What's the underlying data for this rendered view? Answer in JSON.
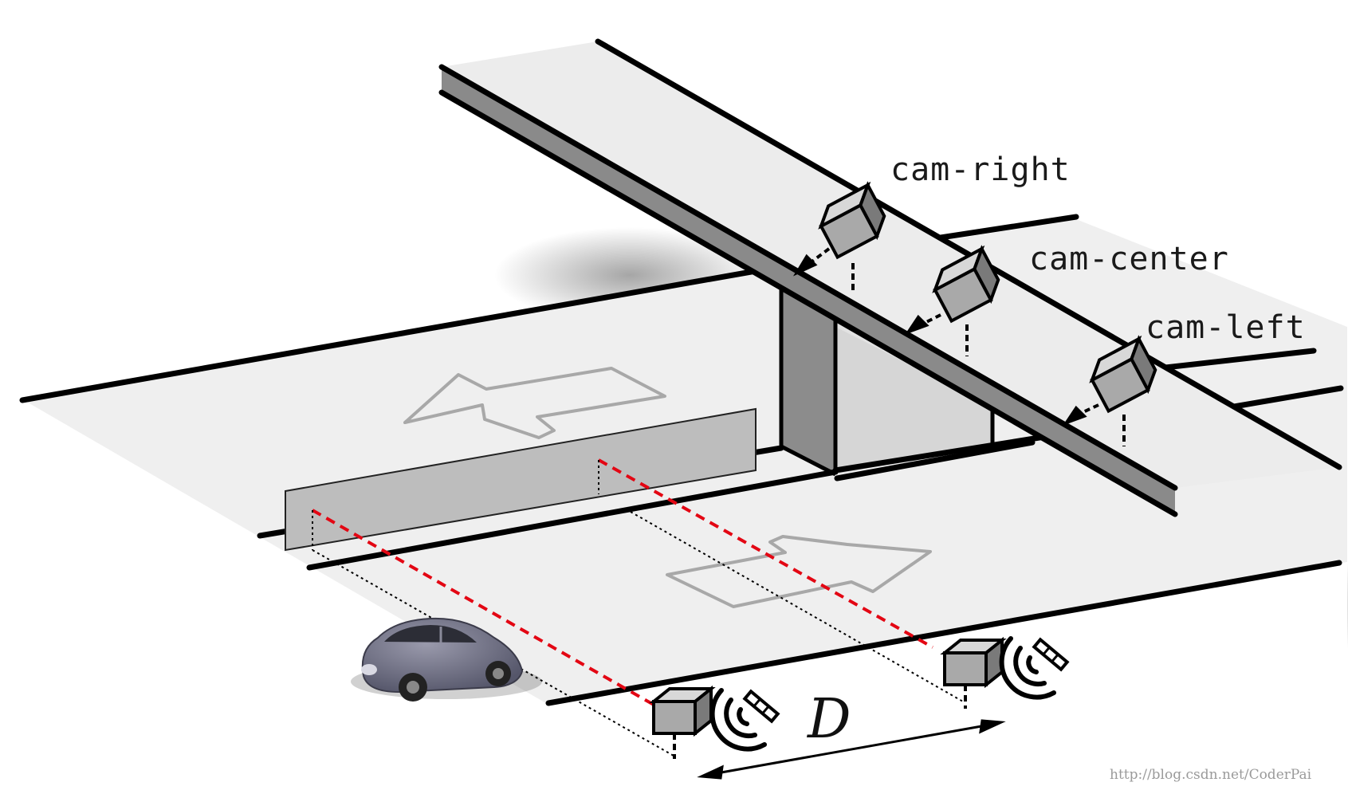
{
  "labels": {
    "cam_right": "cam-right",
    "cam_center": "cam-center",
    "cam_left": "cam-left",
    "distance": "D"
  },
  "watermark": "http://blog.csdn.net/CoderPai",
  "colors": {
    "road": "#efefef",
    "line": "#000000",
    "barrier": "#bdbdbd",
    "pillar_dark": "#8c8c8c",
    "pillar_light": "#d6d6d6",
    "bridge_side": "#8a8a8a",
    "sightline": "#e30613",
    "arrow_outline": "#a8a8a8",
    "car": "#6f6f80",
    "camera": "#a9a9a9"
  },
  "icons": [
    "camera-icon",
    "satellite-icon",
    "car-icon",
    "direction-arrow-icon"
  ]
}
